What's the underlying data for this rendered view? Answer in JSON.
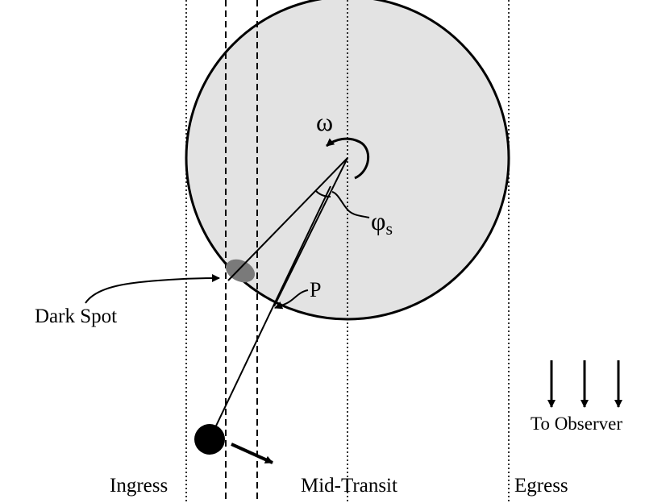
{
  "labels": {
    "omega": "ω",
    "phi": "φ",
    "phi_sub": "s",
    "p": "P",
    "dark_spot": "Dark Spot",
    "ingress": "Ingress",
    "mid_transit": "Mid-Transit",
    "egress": "Egress",
    "to_observer": "To Observer"
  },
  "colors": {
    "star_fill": "#e3e3e3",
    "spot_fill": "#7a7a7a",
    "planet_fill": "#000000",
    "line": "#000000"
  }
}
